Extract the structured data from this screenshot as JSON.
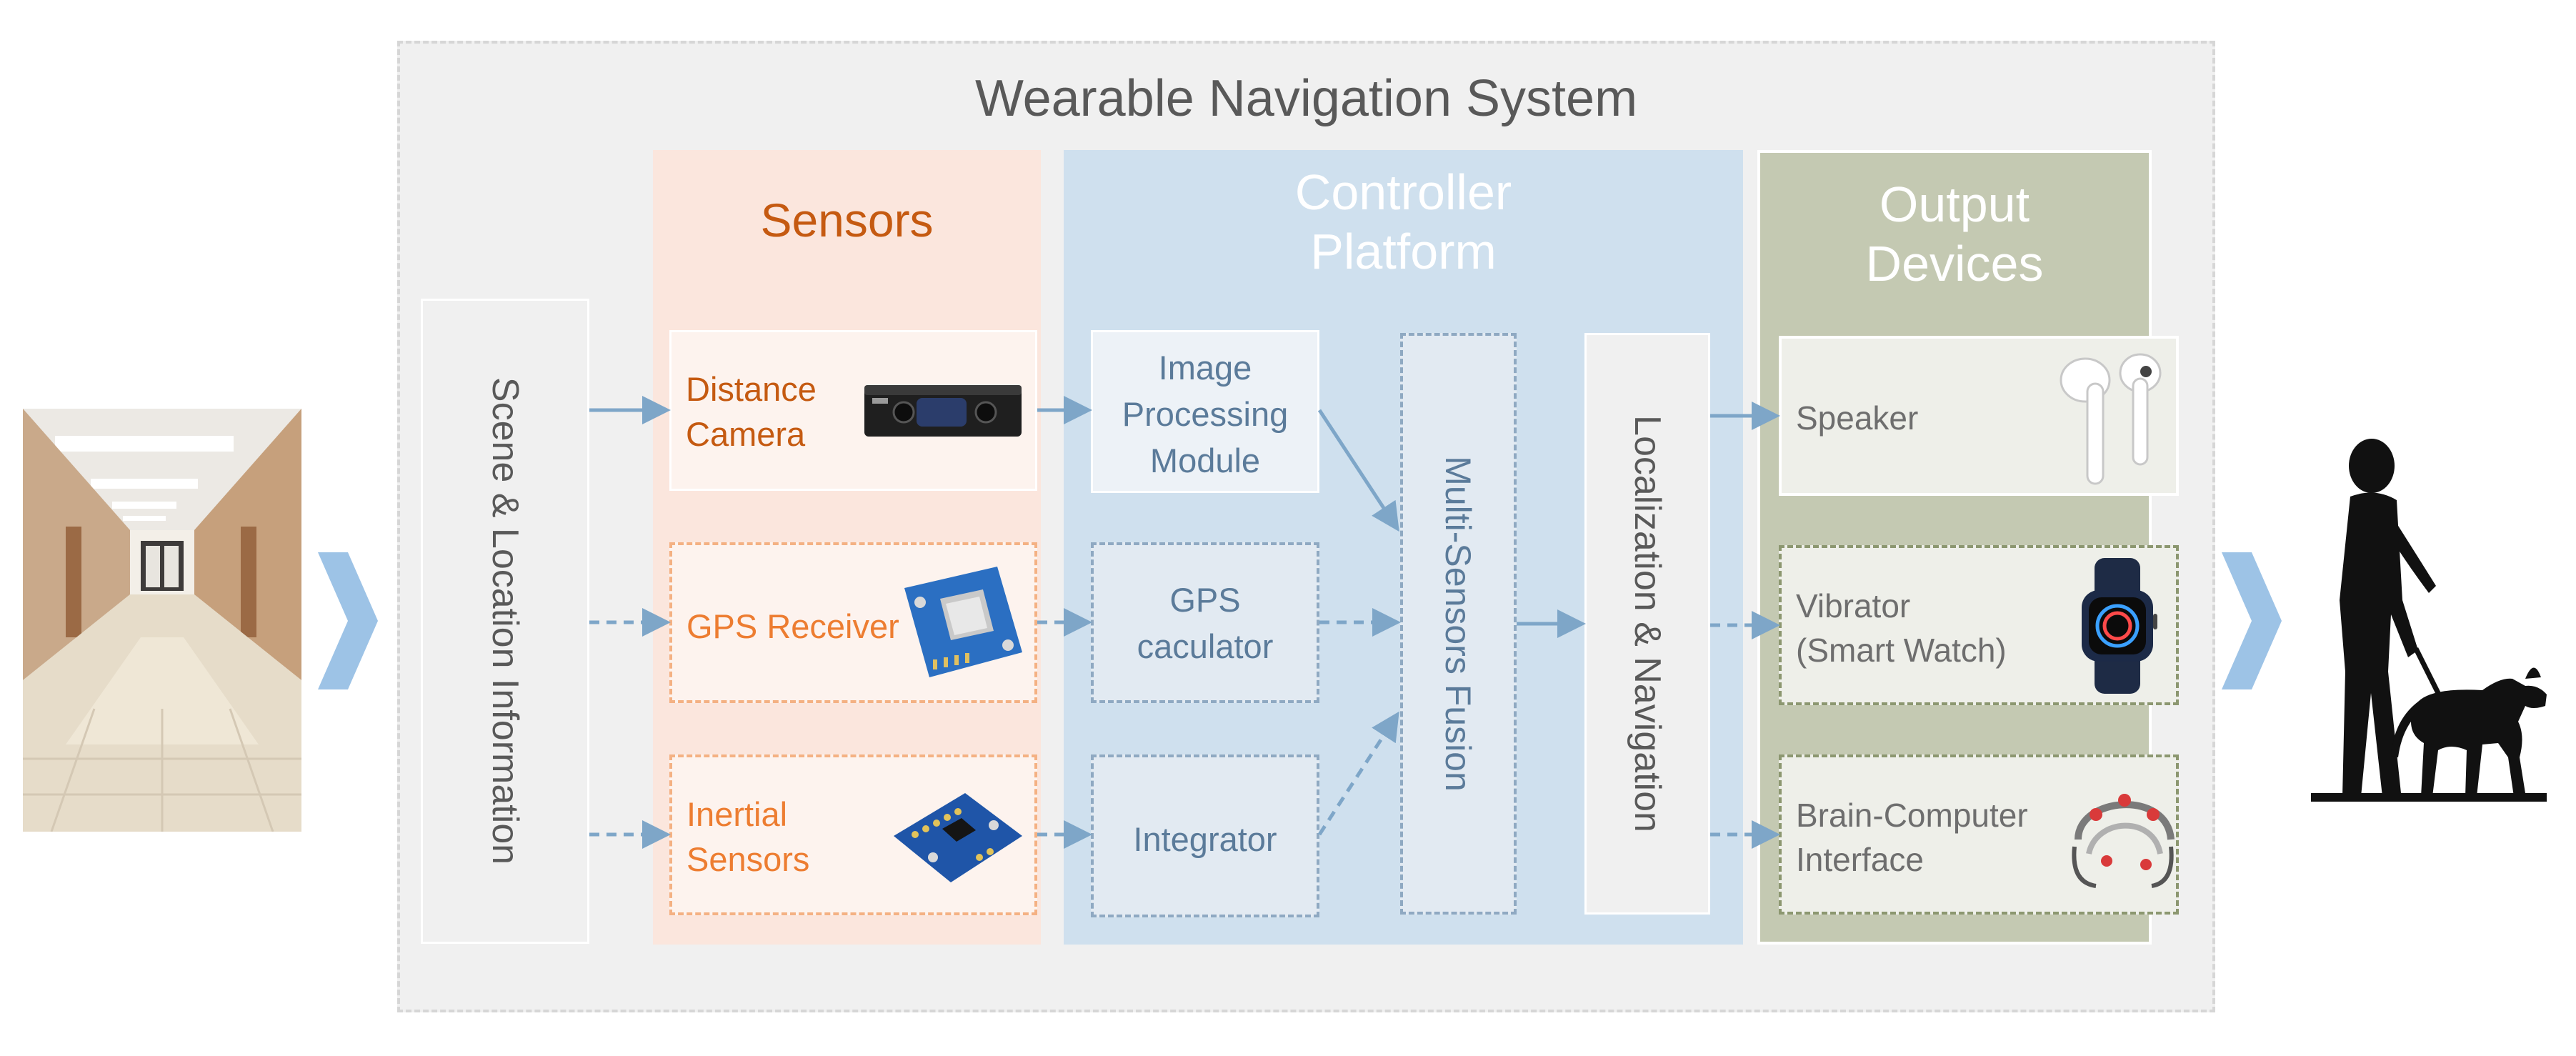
{
  "system": {
    "title": "Wearable Navigation System"
  },
  "scene": {
    "label": "Scene & Location Information"
  },
  "sensors": {
    "title": "Sensors",
    "items": [
      {
        "label": "Distance\nCamera",
        "icon": "depth-camera-icon"
      },
      {
        "label": "GPS Receiver",
        "icon": "gps-module-icon"
      },
      {
        "label": "Inertial\nSensors",
        "icon": "imu-board-icon"
      }
    ]
  },
  "controller": {
    "title": "Controller\nPlatform",
    "modules": [
      "Image\nProcessing\nModule",
      "GPS\ncaculator",
      "Integrator"
    ],
    "fusion": "Multi-Sensors Fusion",
    "localization": "Localization & Navigation"
  },
  "output": {
    "title": "Output\nDevices",
    "items": [
      {
        "label": "Speaker",
        "icon": "earbuds-icon"
      },
      {
        "label": "Vibrator\n(Smart Watch)",
        "icon": "smart-watch-icon"
      },
      {
        "label": "Brain-Computer\nInterface",
        "icon": "eeg-headset-icon"
      }
    ]
  },
  "colors": {
    "sensor_text": "#c55a11",
    "sensor_text_light": "#ed7d31",
    "arrow": "#7ea6c8",
    "chevron": "#9dc3e6"
  }
}
